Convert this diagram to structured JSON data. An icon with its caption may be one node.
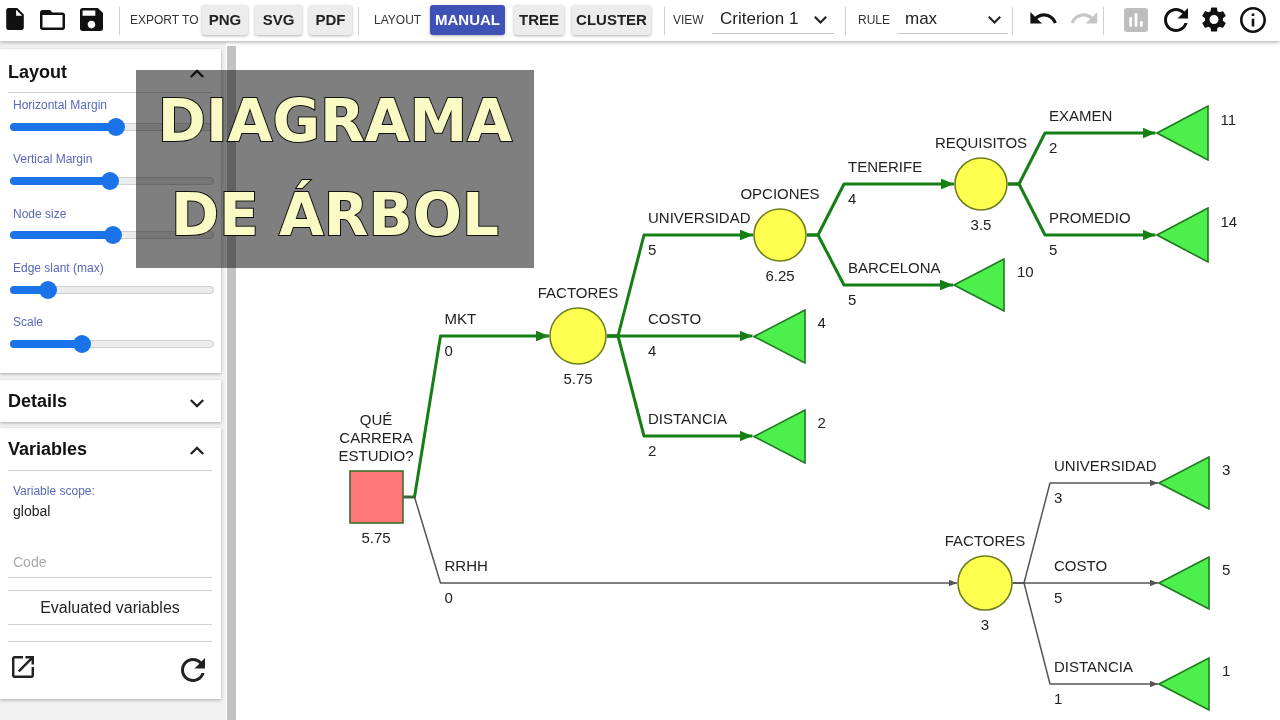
{
  "diagram": {
    "title": "DIAGRAMA DE ÁRBOL",
    "nodes": [
      {
        "text": [
          "QUÉ CARRERA ESTUDIO?"
        ],
        "beside": [
          "5.75"
        ]
      },
      {
        "text": [
          "FACTORES"
        ],
        "beside": [
          "5.75"
        ]
      },
      {
        "text": [
          "OPCIONES"
        ],
        "beside": [
          "6.25"
        ]
      },
      {
        "text": [
          "REQUISITOS"
        ],
        "beside": [
          "3.5"
        ]
      },
      {
        "text": [],
        "shape": "triangle",
        "beside": [
          "11"
        ]
      },
      {
        "text": [],
        "shape": "triangle",
        "beside": [
          "14"
        ]
      },
      {
        "text": [],
        "shape": "triangle",
        "beside": [
          "10"
        ]
      },
      {
        "text": [],
        "shape": "triangle",
        "beside": [
          "4"
        ]
      },
      {
        "text": [],
        "shape": "triangle",
        "beside": [
          "2"
        ]
      },
      {
        "text": [
          "FACTORES"
        ],
        "beside": [
          "3"
        ]
      },
      {
        "text": [],
        "shape": "triangle",
        "beside": [
          "3"
        ]
      },
      {
        "text": [],
        "shape": "triangle",
        "beside": [
          "5"
        ]
      },
      {
        "text": [],
        "shape": "triangle",
        "beside": [
          "1"
        ]
      }
    ],
    "edges": [
      {
        "from": 0,
        "to": 1,
        "arrow": "to",
        "label": "MKT"
      },
      {
        "from": 1,
        "to": 2,
        "arrow": "to",
        "label": "UNIVERSIDAD"
      },
      {
        "from": 2,
        "to": 3,
        "arrow": "to",
        "label": "TENERIFE"
      },
      {
        "from": 3,
        "to": 4,
        "arrow": "to",
        "label": "EXAMEN"
      },
      {
        "from": 3,
        "to": 5,
        "arrow": "to",
        "label": "PROMEDIO"
      },
      {
        "from": 2,
        "to": 6,
        "arrow": "to",
        "label": "BARCELONA"
      },
      {
        "from": 1,
        "to": 7,
        "arrow": "to",
        "label": "COSTO"
      },
      {
        "from": 1,
        "to": 8,
        "arrow": "to",
        "label": "DISTANCIA"
      },
      {
        "from": 0,
        "to": 9,
        "arrow": "to",
        "label": "RRHH",
        "color": "#555555"
      },
      {
        "from": 9,
        "to": 10,
        "arrow": "to",
        "label": "UNIVERSIDAD",
        "color": "#555555"
      },
      {
        "from": 9,
        "to": 11,
        "arrow": "to",
        "label": "COSTO",
        "color": "#555555"
      },
      {
        "from": 9,
        "to": 12,
        "arrow": "to",
        "label": "DISTANCIA",
        "color": "#555555"
      }
    ],
    "labels": [
      "EXPORT TO",
      "PNG",
      "SVG",
      "PDF",
      "LAYOUT",
      "MANUAL",
      "TREE",
      "CLUSTER",
      "VIEW",
      "Criterion 1",
      "RULE",
      "max",
      "Layout",
      "Horizontal Margin",
      "Vertical Margin",
      "Node size",
      "Edge slant (max)",
      "Scale",
      "Details",
      "Variables",
      "Variable scope:",
      "global",
      "Code",
      "Evaluated variables",
      "0",
      "5",
      "4",
      "2",
      "5",
      "5",
      "4",
      "2",
      "0",
      "3",
      "5",
      "1"
    ]
  }
}
